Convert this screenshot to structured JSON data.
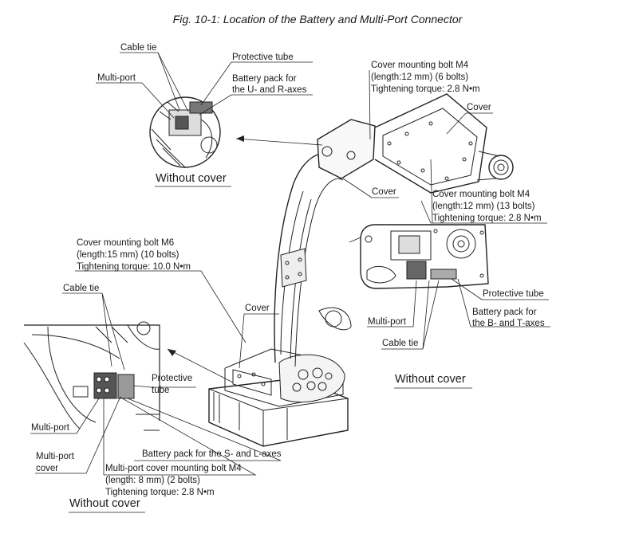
{
  "figure": {
    "title": "Fig. 10-1: Location of the Battery and Multi-Port Connector"
  },
  "labels": {
    "cable_tie_top": "Cable tie",
    "protective_tube_top": "Protective tube",
    "multi_port_top": "Multi-port",
    "battery_ur_1": "Battery pack for",
    "battery_ur_2": "the U- and R-axes",
    "without_cover_top": "Without cover",
    "cover_bolt_m4_6_1": "Cover mounting bolt M4",
    "cover_bolt_m4_6_2": "(length:12 mm) (6 bolts)",
    "cover_bolt_m4_6_3": "Tightening torque: 2.8 N•m",
    "cover_top_right": "Cover",
    "cover_mid": "Cover",
    "cover_bolt_m4_13_1": "Cover mounting bolt M4",
    "cover_bolt_m4_13_2": "(length:12 mm) (13 bolts)",
    "cover_bolt_m4_13_3": "Tightening torque: 2.8 N•m",
    "cover_bolt_m6_1": "Cover mounting bolt M6",
    "cover_bolt_m6_2": "(length:15 mm) (10 bolts)",
    "cover_bolt_m6_3": "Tightening torque: 10.0 N•m",
    "cable_tie_left": "Cable tie",
    "cover_base": "Cover",
    "protective_tube_right": "Protective tube",
    "battery_bt_1": "Battery pack for",
    "battery_bt_2": "the B- and T-axes",
    "multi_port_right": "Multi-port",
    "cable_tie_right": "Cable tie",
    "without_cover_right": "Without cover",
    "protective_tube_left_1": "Protective",
    "protective_tube_left_2": "tube",
    "multi_port_left": "Multi-port",
    "multi_port_cover_1": "Multi-port",
    "multi_port_cover_2": "cover",
    "battery_sl": "Battery pack for the S- and L-axes",
    "mp_cover_bolt_1": "Multi-port cover mounting bolt M4",
    "mp_cover_bolt_2": "(length: 8 mm) (2 bolts)",
    "mp_cover_bolt_3": "Tightening torque: 2.8 N•m",
    "without_cover_left": "Without cover"
  }
}
